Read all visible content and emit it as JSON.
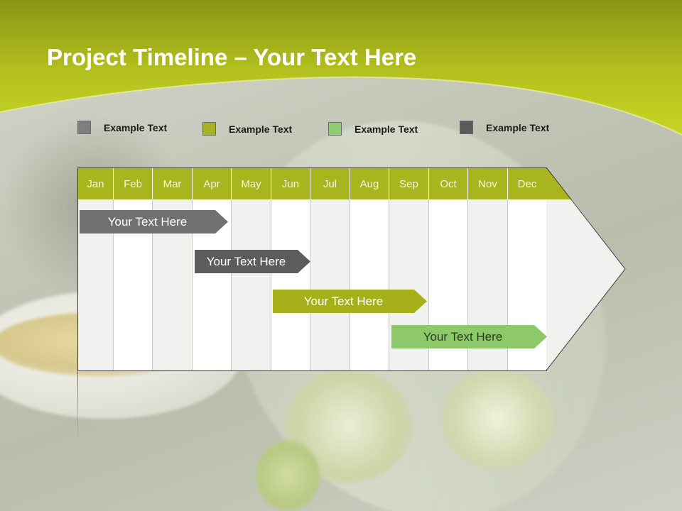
{
  "title": {
    "bold": "Project Timeline",
    "rest": " – Your Text Here"
  },
  "colors": {
    "accent_green": "#a9b51c",
    "header_dark": "#8c9614",
    "header_light": "#c4d021",
    "gray_task": "#717171",
    "dark_gray_task": "#5c5c5c",
    "olive_task": "#a6b11a",
    "light_green_task": "#8dc96a"
  },
  "legend": [
    {
      "label": "Example Text",
      "color": "#7f7f7f"
    },
    {
      "label": "Example Text",
      "color": "#a8b223"
    },
    {
      "label": "Example Text",
      "color": "#8fce6f"
    },
    {
      "label": "Example Text",
      "color": "#5a5a5a"
    }
  ],
  "months": [
    "Jan",
    "Feb",
    "Mar",
    "Apr",
    "May",
    "Jun",
    "Jul",
    "Aug",
    "Sep",
    "Oct",
    "Nov",
    "Dec"
  ],
  "tasks": [
    {
      "label": "Your  Text Here",
      "color": "#717171",
      "start": "Jan",
      "end": "Apr"
    },
    {
      "label": "Your  Text Here",
      "color": "#5c5c5c",
      "start": "Apr",
      "end": "Jun"
    },
    {
      "label": "Your  Text Here",
      "color": "#a6b11a",
      "start": "Jun",
      "end": "Sep"
    },
    {
      "label": "Your  Text Here",
      "color": "#8dc96a",
      "start": "Sep",
      "end": "Dec"
    }
  ]
}
